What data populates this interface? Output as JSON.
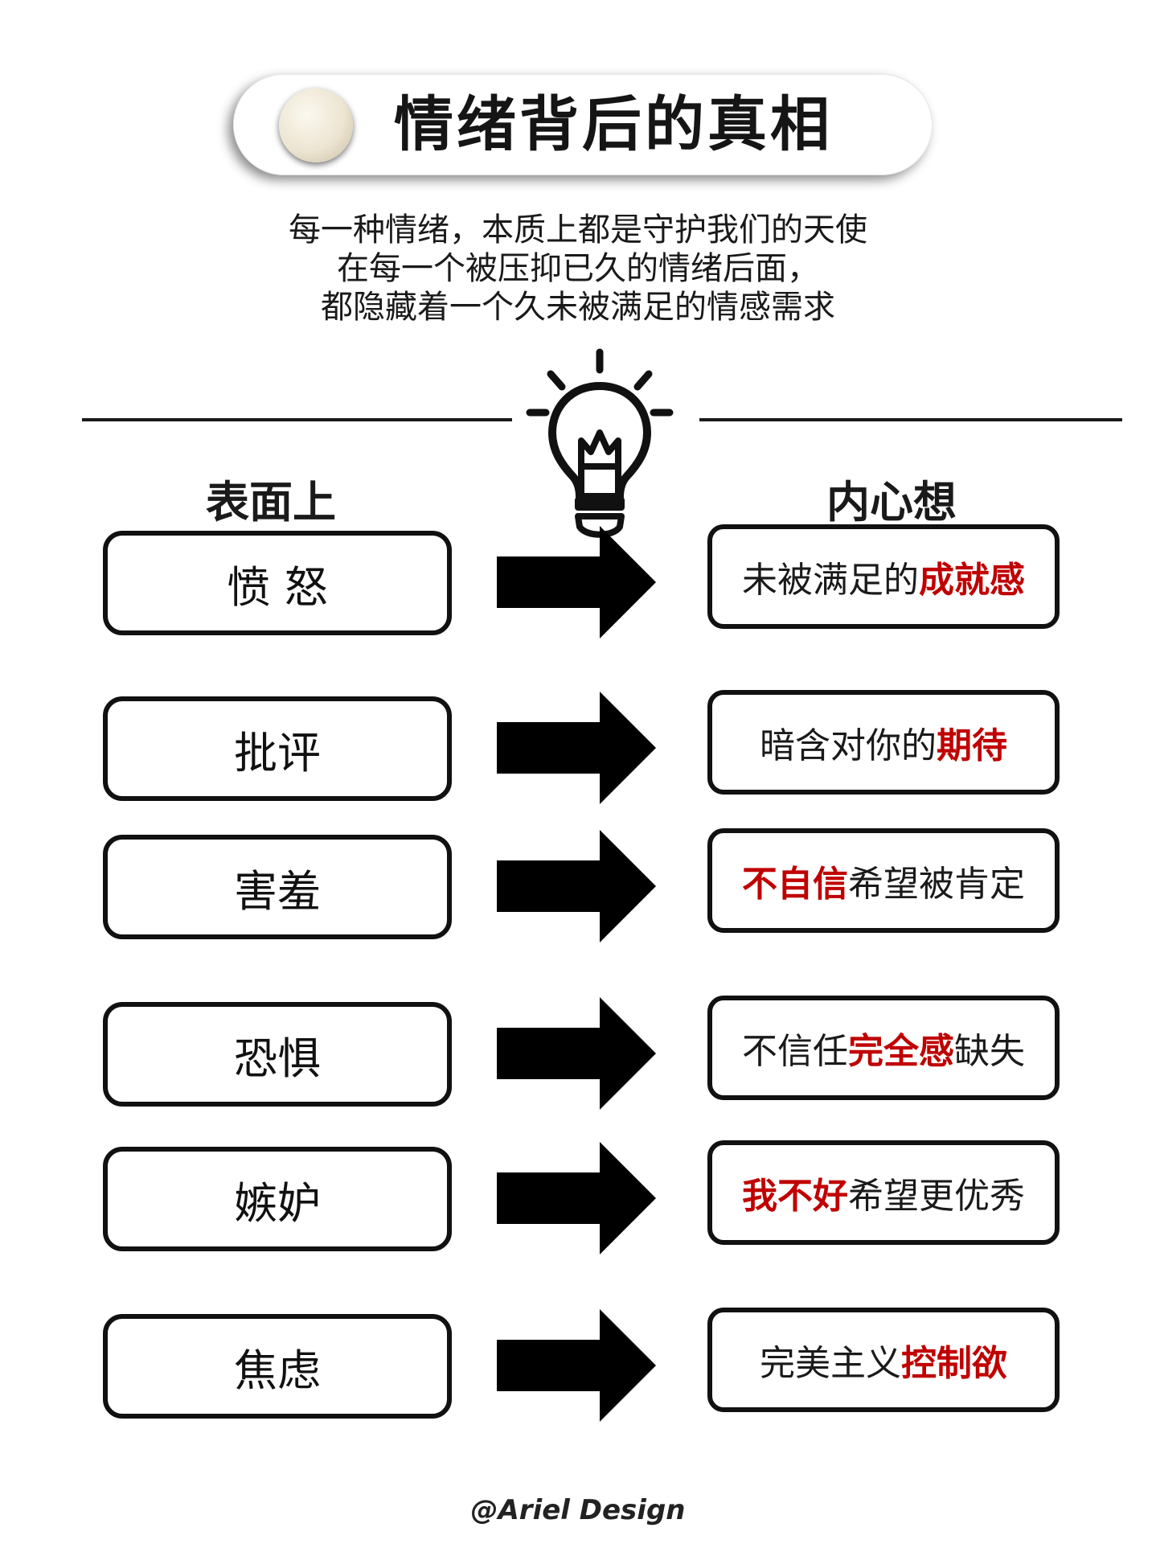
{
  "title": "情绪背后的真相",
  "subtitle_lines": [
    "每一种情绪，本质上都是守护我们的天使",
    "在每一个被压抑已久的情绪后面，",
    "都隐藏着一个久未被满足的情感需求"
  ],
  "columns": {
    "left": "表面上",
    "right": "内心想"
  },
  "rows": [
    {
      "surface": "愤 怒",
      "inner": [
        {
          "text": "未被满足的",
          "hl": false
        },
        {
          "text": "成就感",
          "hl": true
        }
      ]
    },
    {
      "surface": "批评",
      "inner": [
        {
          "text": "暗含对你的",
          "hl": false
        },
        {
          "text": "期待",
          "hl": true
        }
      ]
    },
    {
      "surface": "害羞",
      "inner": [
        {
          "text": "不自信",
          "hl": true
        },
        {
          "text": "希望被肯定",
          "hl": false
        }
      ]
    },
    {
      "surface": "恐惧",
      "inner": [
        {
          "text": "不信任",
          "hl": false
        },
        {
          "text": "完全感",
          "hl": true
        },
        {
          "text": "缺失",
          "hl": false
        }
      ]
    },
    {
      "surface": "嫉妒",
      "inner": [
        {
          "text": "我不好",
          "hl": true
        },
        {
          "text": "希望更优秀",
          "hl": false
        }
      ]
    },
    {
      "surface": "焦虑",
      "inner": [
        {
          "text": "完美主义",
          "hl": false
        },
        {
          "text": "控制欲",
          "hl": true
        }
      ]
    }
  ],
  "credit": "@Ariel Design",
  "colors": {
    "highlight": "#c00000",
    "ink": "#111111"
  },
  "icons": {
    "center": "lightbulb-icon",
    "connector": "right-arrow-icon",
    "title_ornament": "pearl-button-icon"
  }
}
